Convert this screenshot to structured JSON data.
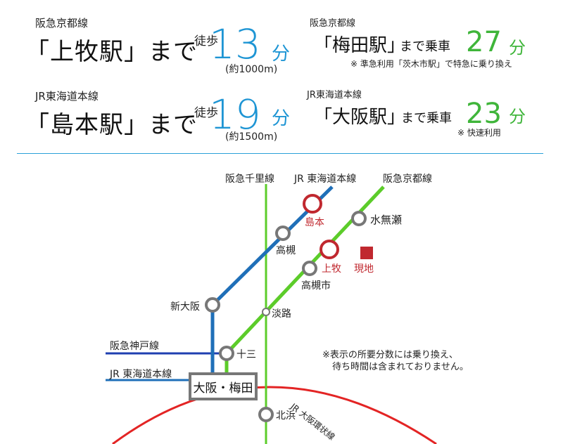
{
  "row1": {
    "line": "阪急京都線",
    "station_phrase": "「上牧駅」まで",
    "walk": "徒歩",
    "minutes": "13",
    "unit": "分",
    "distance": "(約1000m)",
    "dest_line": "阪急京都線",
    "dest_station": "「梅田駅」",
    "by_train": "まで乗車",
    "dest_minutes": "27",
    "dest_unit": "分",
    "note": "※ 準急利用「茨木市駅」で特急に乗り換え"
  },
  "row2": {
    "line": "JR東海道本線",
    "station_phrase": "「島本駅」まで",
    "walk": "徒歩",
    "minutes": "19",
    "unit": "分",
    "distance": "(約1500m)",
    "dest_line": "JR東海道本線",
    "dest_station": "「大阪駅」",
    "by_train": "まで乗車",
    "dest_minutes": "23",
    "dest_unit": "分",
    "note": "※ 快速利用"
  },
  "map": {
    "line_labels": {
      "senri": "阪急千里線",
      "jr_tokaido_top": "JR 東海道本線",
      "kyoto": "阪急京都線",
      "kobe": "阪急神戸線",
      "jr_tokaido_left": "JR 東海道本線",
      "loop": "JR 大阪環状線"
    },
    "stations": {
      "shimamoto": "島本",
      "minase": "水無瀬",
      "takatsuki": "高槻",
      "kanmaki": "上牧",
      "site": "現地",
      "takatsukishi": "高槻市",
      "shinosaka": "新大阪",
      "awaji": "淡路",
      "juso": "十三",
      "osaka_umeda": "大阪・梅田",
      "kitahama": "北浜"
    },
    "notice_line1": "※表示の所要分数には乗り換え、",
    "notice_line2": "待ち時間は含まれておりません。"
  },
  "colors": {
    "blue": "#1e95d4",
    "green": "#3fb53a",
    "red": "#c0282f",
    "jr_blue": "#1f6fb8",
    "kyoto_green": "#5ccc2a",
    "kobe_navy": "#1f3fb0"
  }
}
